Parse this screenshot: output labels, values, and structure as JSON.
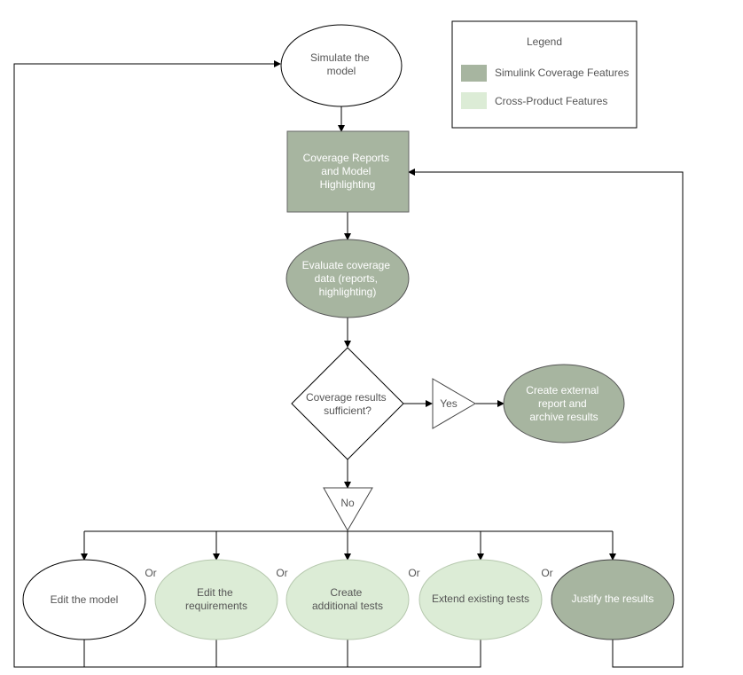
{
  "colors": {
    "simulink": "#a7b5a0",
    "cross": "#dcecd6",
    "white": "#ffffff",
    "text_dark": "#555555",
    "text_light": "#ffffff",
    "line": "#000000"
  },
  "legend": {
    "title": "Legend",
    "items": [
      {
        "label": "Simulink Coverage Features",
        "color": "#a7b5a0"
      },
      {
        "label": "Cross-Product Features",
        "color": "#dcecd6"
      }
    ]
  },
  "nodes": {
    "simulate": {
      "lines": [
        "Simulate the",
        "model"
      ]
    },
    "reports": {
      "lines": [
        "Coverage Reports",
        "and Model",
        "Highlighting"
      ]
    },
    "evaluate": {
      "lines": [
        "Evaluate coverage",
        "data (reports,",
        "highlighting)"
      ]
    },
    "decision": {
      "lines": [
        "Coverage results",
        "sufficient?"
      ]
    },
    "yes": {
      "label": "Yes"
    },
    "no": {
      "label": "No"
    },
    "external": {
      "lines": [
        "Create external",
        "report and",
        "archive results"
      ]
    },
    "options": [
      {
        "lines": [
          "Edit the model"
        ],
        "style": "white"
      },
      {
        "lines": [
          "Edit the",
          "requirements"
        ],
        "style": "cross"
      },
      {
        "lines": [
          "Create",
          "additional tests"
        ],
        "style": "cross"
      },
      {
        "lines": [
          "Extend existing tests"
        ],
        "style": "cross"
      },
      {
        "lines": [
          "Justify the results"
        ],
        "style": "simulink"
      }
    ],
    "or_label": "Or"
  }
}
